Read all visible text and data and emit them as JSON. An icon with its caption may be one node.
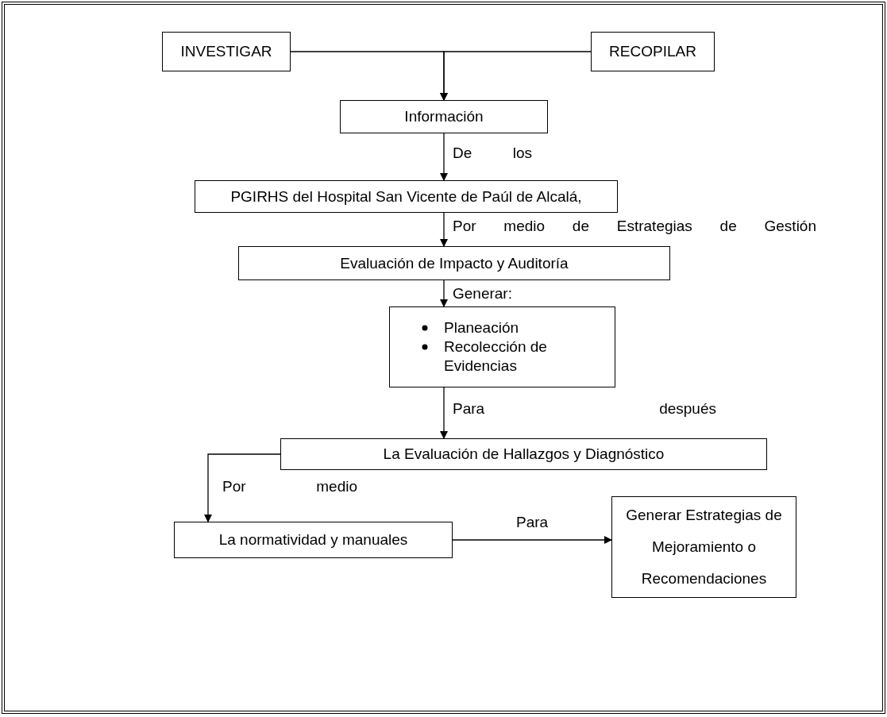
{
  "diagram": {
    "nodes": [
      {
        "text": [
          "INVESTIGAR"
        ]
      },
      {
        "text": [
          "RECOPILAR"
        ]
      },
      {
        "text": [
          "Información"
        ]
      },
      {
        "text": [
          "PGIRHS del Hospital San Vicente de Paúl de Alcalá,"
        ]
      },
      {
        "text": [
          "Evaluación de Impacto y Auditoría"
        ]
      },
      {
        "text": [
          "Planeación",
          "Recolección de Evidencias"
        ]
      },
      {
        "text": [
          "La Evaluación de Hallazgos y Diagnóstico"
        ]
      },
      {
        "text": [
          "La normatividad y manuales"
        ]
      },
      {
        "text": [
          "Generar Estrategias de Mejoramiento o Recomendaciones"
        ]
      }
    ],
    "edges": [
      {
        "from": 0,
        "to": 2,
        "arrow": "to"
      },
      {
        "from": 1,
        "to": 2,
        "arrow": "to"
      },
      {
        "from": 2,
        "to": 3,
        "arrow": "to",
        "label": "De los"
      },
      {
        "from": 3,
        "to": 4,
        "arrow": "to",
        "label": "Por medio de Estrategias de Gestión"
      },
      {
        "from": 4,
        "to": 5,
        "arrow": "to",
        "label": "Generar:"
      },
      {
        "from": 5,
        "to": 6,
        "arrow": "to",
        "label": "Para después"
      },
      {
        "from": 6,
        "to": 7,
        "arrow": "to",
        "label": "Por medio"
      },
      {
        "from": 7,
        "to": 8,
        "arrow": "to",
        "label": "Para"
      }
    ]
  }
}
